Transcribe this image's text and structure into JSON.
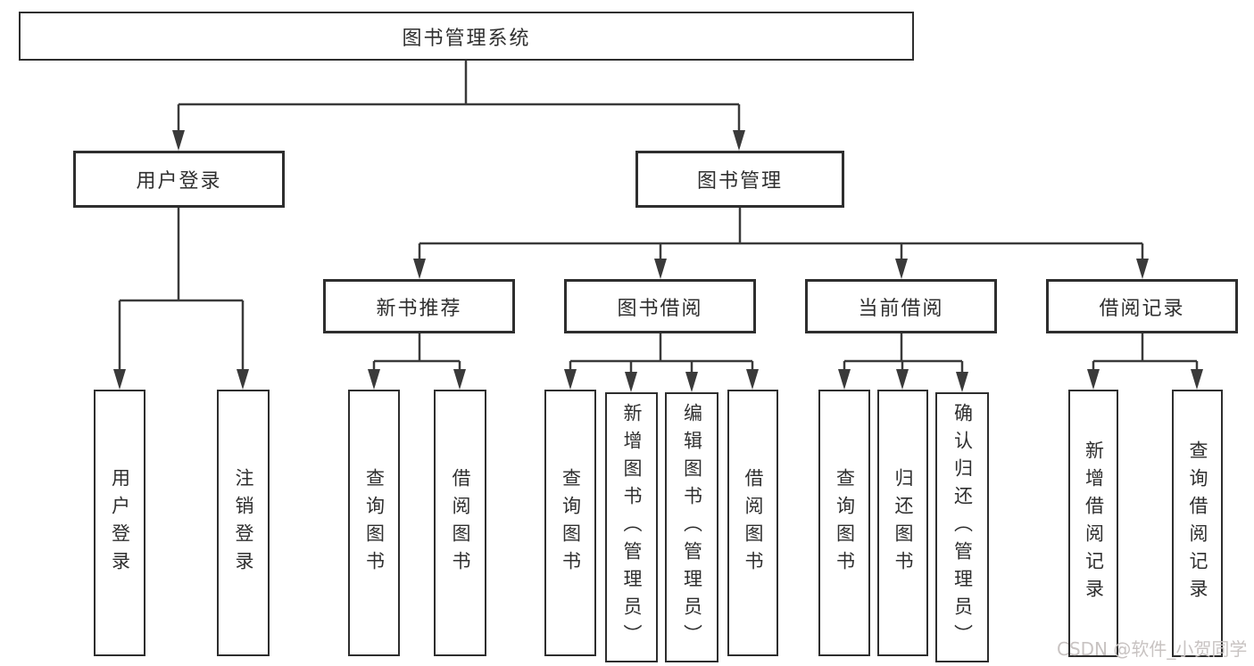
{
  "tree": {
    "root": {
      "label": "图书管理系统"
    },
    "level1": [
      {
        "label": "用户登录",
        "children": [
          {
            "label": "用户登录"
          },
          {
            "label": "注销登录"
          }
        ]
      },
      {
        "label": "图书管理",
        "children": [
          {
            "label": "新书推荐",
            "children": [
              {
                "label": "查询图书"
              },
              {
                "label": "借阅图书"
              }
            ]
          },
          {
            "label": "图书借阅",
            "children": [
              {
                "label": "查询图书"
              },
              {
                "label": "新增图书（管理员）"
              },
              {
                "label": "编辑图书（管理员）"
              },
              {
                "label": "借阅图书"
              }
            ]
          },
          {
            "label": "当前借阅",
            "children": [
              {
                "label": "查询图书"
              },
              {
                "label": "归还图书"
              },
              {
                "label": "确认归还（管理员）"
              }
            ]
          },
          {
            "label": "借阅记录",
            "children": [
              {
                "label": "新增借阅记录"
              },
              {
                "label": "查询借阅记录"
              }
            ]
          }
        ]
      }
    ]
  },
  "watermark": "CSDN @软件_小贺同学",
  "colors": {
    "line": "#3a3a3a",
    "box_border": "#2e2e2e",
    "text": "#2f2f2f",
    "watermark": "#c8c3c2",
    "background": "#ffffff"
  }
}
